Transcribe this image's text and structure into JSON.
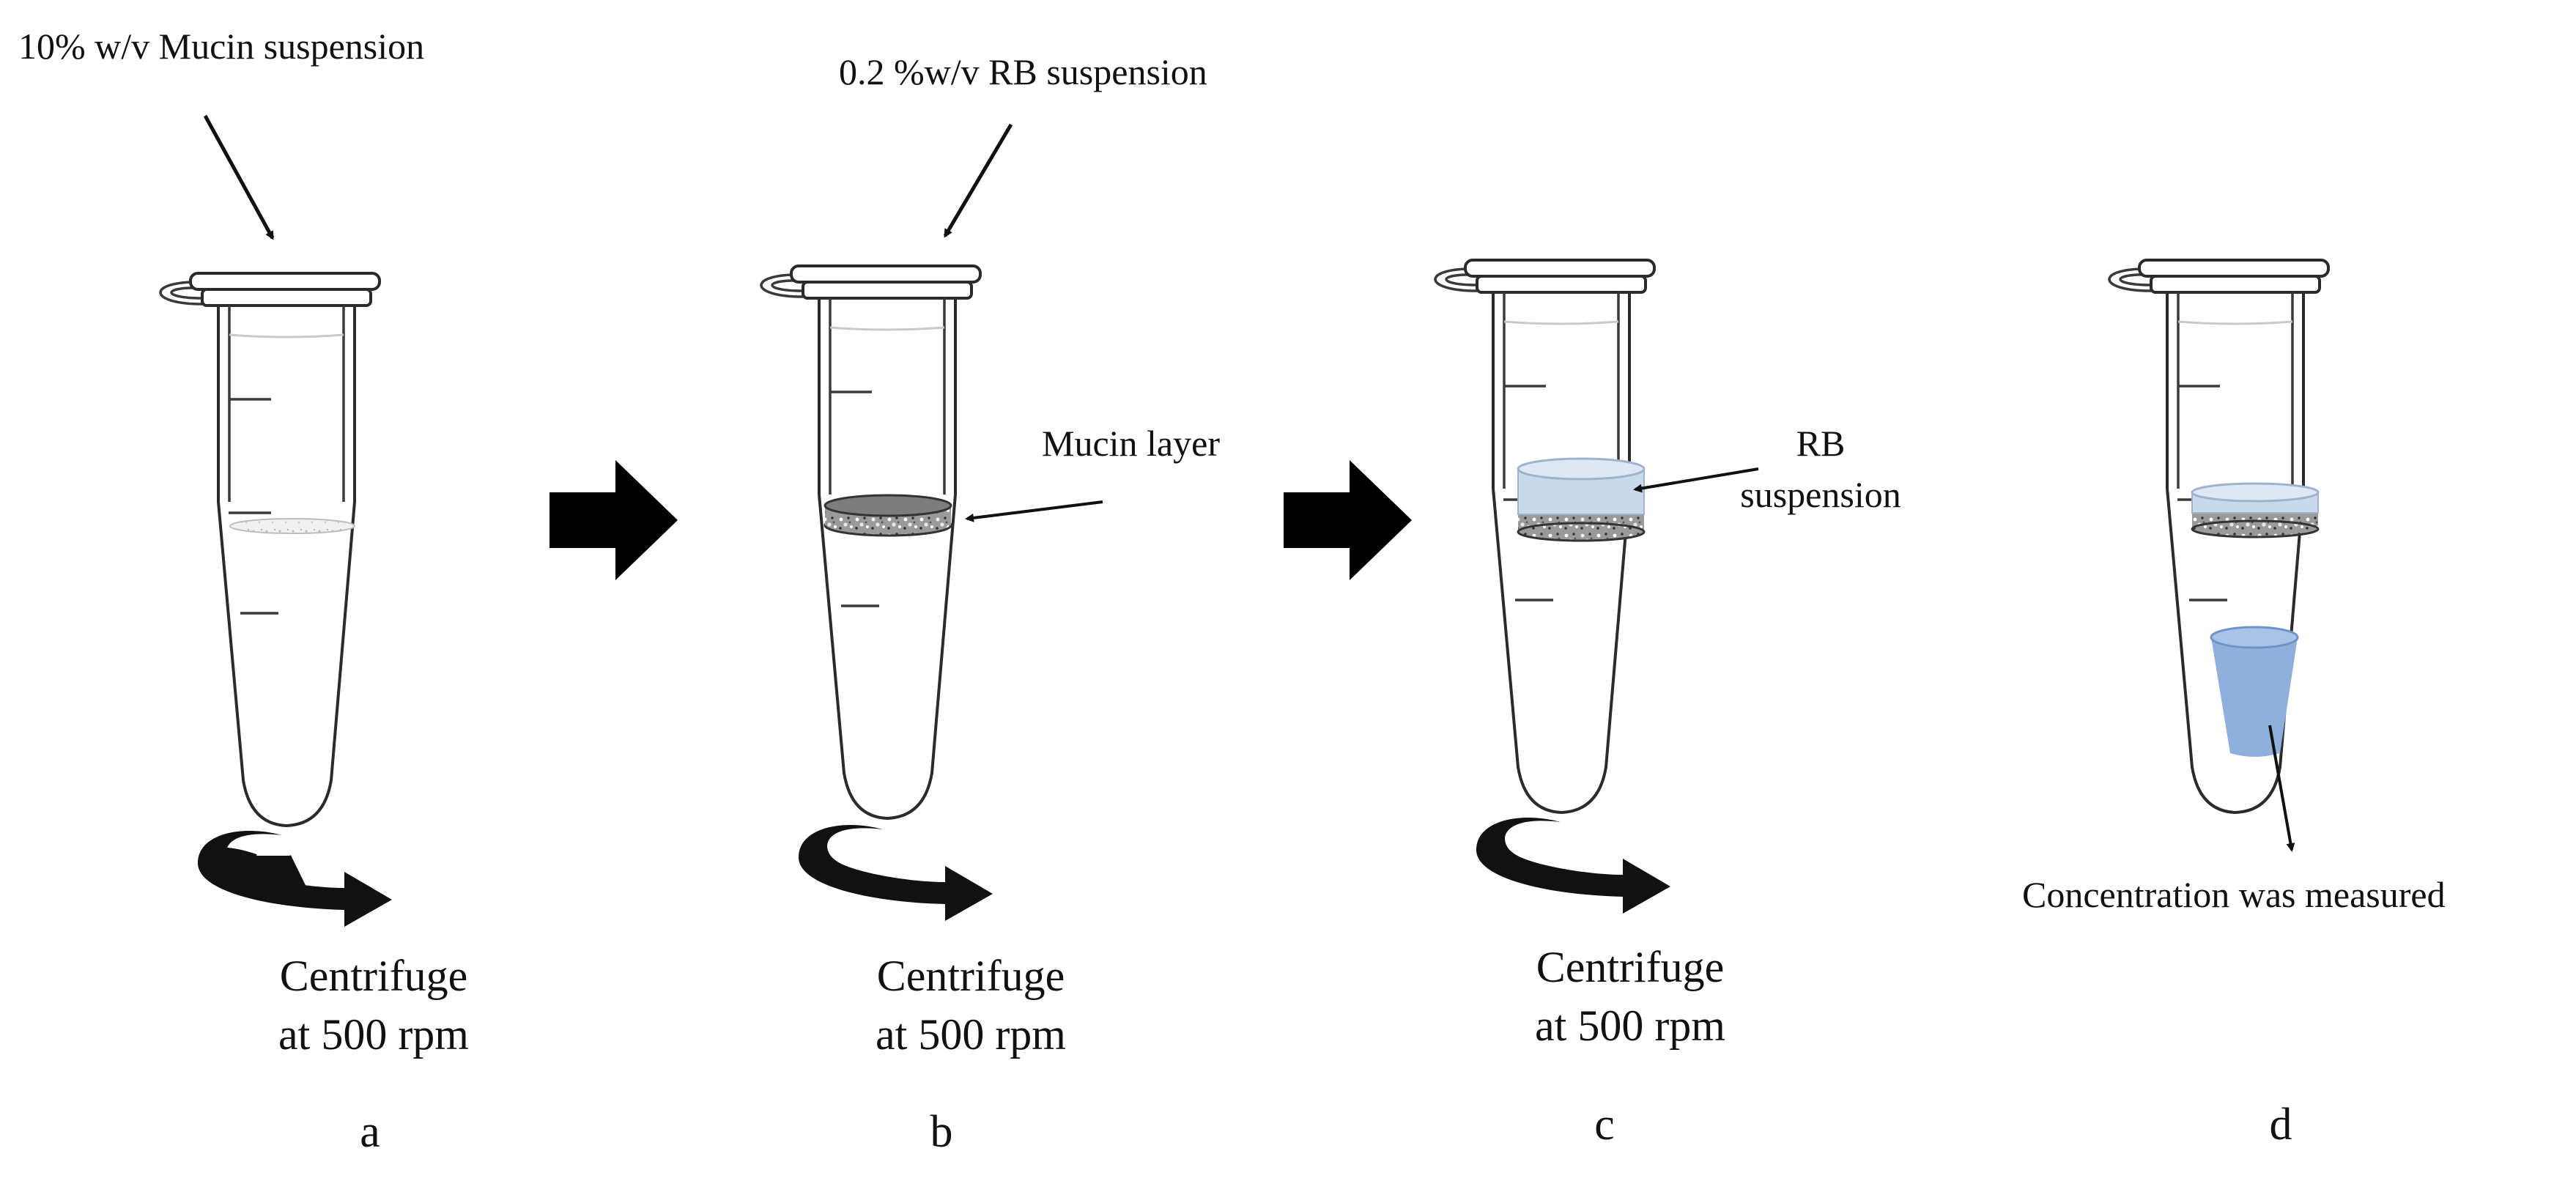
{
  "labels": {
    "mucin_suspension": "10% w/v Mucin suspension",
    "rb_suspension_top": "0.2 %w/v RB suspension",
    "mucin_layer": "Mucin layer",
    "rb_line1": "RB",
    "rb_line2": "suspension",
    "concentration": "Concentration was measured"
  },
  "centrifuge": {
    "line1": "Centrifuge",
    "line2": "at 500 rpm"
  },
  "panels": [
    "a",
    "b",
    "c",
    "d"
  ],
  "colors": {
    "rb_liquid": "#c8d9ec",
    "rb_measured": "#8fb0dc",
    "ink": "#111111"
  }
}
